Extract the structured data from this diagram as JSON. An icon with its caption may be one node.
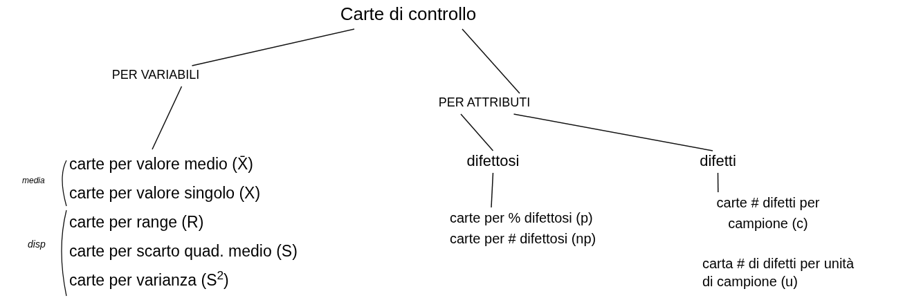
{
  "diagram": {
    "nodes": [
      {
        "text": [
          "Carte di controllo"
        ]
      },
      {
        "text": [
          "PER VARIABILI"
        ]
      },
      {
        "text": [
          "PER ATTRIBUTI"
        ]
      },
      {
        "text": [
          "carte per valore medio (X̄)",
          "carte per valore singolo (X)",
          "carte per range (R)",
          "carte per scarto quad. medio (S)",
          "carte per varianza (S$^{2}$)"
        ]
      },
      {
        "text": [
          "difettosi"
        ]
      },
      {
        "text": [
          "difetti"
        ]
      },
      {
        "text": [
          "carte per % difettosi (p)",
          "carte per # difettosi (np)"
        ]
      },
      {
        "text": [
          "carte # difetti per campione (c)"
        ]
      }
    ],
    "edges": [
      {
        "from": 0,
        "to": 1,
        "arrow": "none"
      },
      {
        "from": 0,
        "to": 2,
        "arrow": "none"
      },
      {
        "from": 1,
        "to": 3,
        "arrow": "none"
      },
      {
        "from": 2,
        "to": 4,
        "arrow": "none"
      },
      {
        "from": 2,
        "to": 5,
        "arrow": "none"
      },
      {
        "from": 4,
        "to": 6,
        "arrow": "none"
      },
      {
        "from": 5,
        "to": 7,
        "arrow": "none"
      }
    ],
    "labels": [
      "media",
      "disp",
      "carta # di difetti per unità di campione (u)"
    ]
  }
}
